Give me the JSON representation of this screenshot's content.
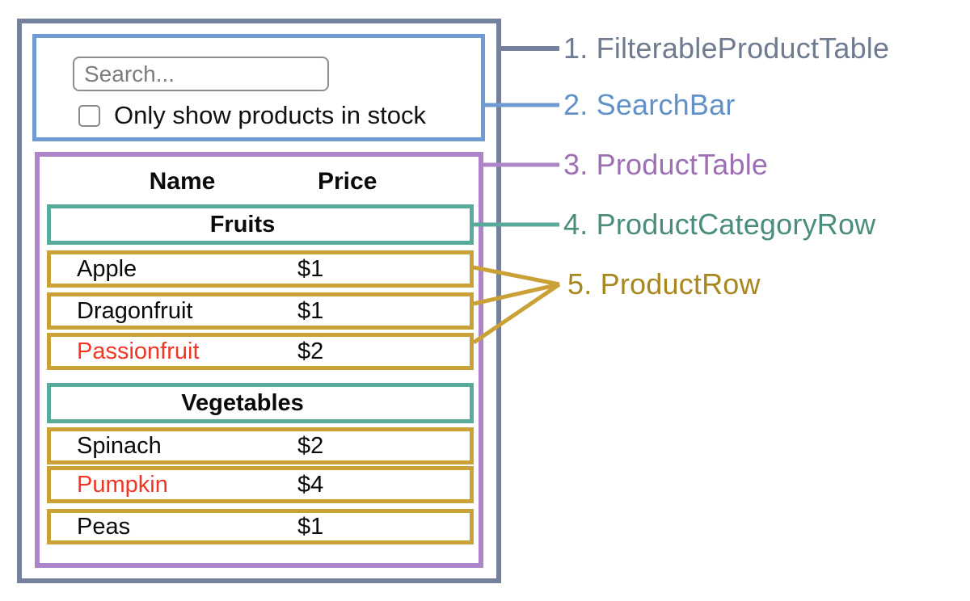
{
  "diagram": {
    "search_bar": {
      "search_placeholder": "Search...",
      "checkbox_label": "Only show products in stock",
      "checkbox_checked": false
    },
    "product_table": {
      "headers": {
        "name": "Name",
        "price": "Price"
      },
      "sections": [
        {
          "category": "Fruits",
          "rows": [
            {
              "name": "Apple",
              "price": "$1",
              "in_stock": true
            },
            {
              "name": "Dragonfruit",
              "price": "$1",
              "in_stock": true
            },
            {
              "name": "Passionfruit",
              "price": "$2",
              "in_stock": false
            }
          ]
        },
        {
          "category": "Vegetables",
          "rows": [
            {
              "name": "Spinach",
              "price": "$2",
              "in_stock": true
            },
            {
              "name": "Pumpkin",
              "price": "$4",
              "in_stock": false
            },
            {
              "name": "Peas",
              "price": "$1",
              "in_stock": true
            }
          ]
        }
      ]
    }
  },
  "legend": {
    "items": [
      {
        "label": "1. FilterableProductTable",
        "color": "#6e7b91"
      },
      {
        "label": "2. SearchBar",
        "color": "#6191c8"
      },
      {
        "label": "3. ProductTable",
        "color": "#9d6fb5"
      },
      {
        "label": "4. ProductCategoryRow",
        "color": "#4a8d7d"
      },
      {
        "label": "5. ProductRow",
        "color": "#a8871f"
      }
    ]
  },
  "colors": {
    "filterable_product_table_border": "#74819c",
    "search_bar_border": "#6f9bd2",
    "product_table_border": "#ad85c8",
    "product_category_row_border": "#58aa9b",
    "product_row_border": "#c9a136",
    "out_of_stock_text": "#f13626"
  }
}
